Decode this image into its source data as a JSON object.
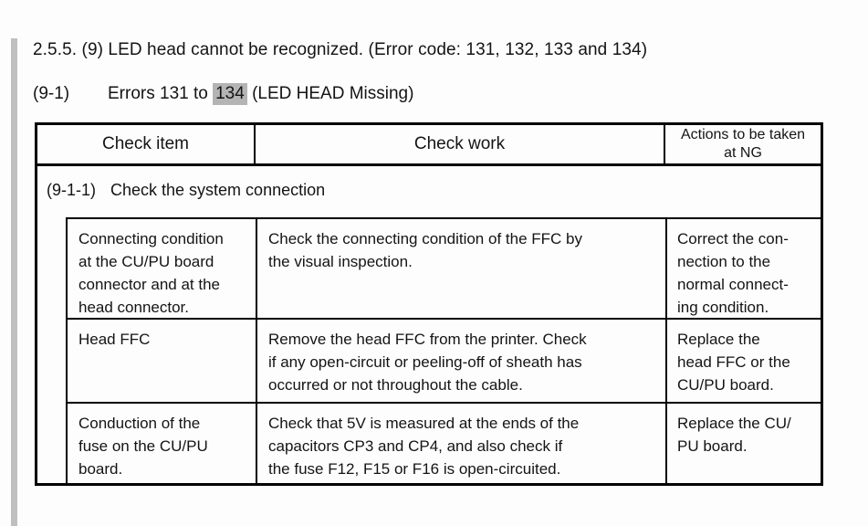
{
  "page": {
    "title": "2.5.5. (9) LED head cannot be recognized. (Error code: 131, 132, 133 and 134)",
    "subtitle": {
      "number": "(9-1)",
      "text_before_highlight": "Errors 131 to ",
      "highlighted": "134",
      "text_after_highlight": " (LED HEAD Missing)"
    }
  },
  "table": {
    "headers": {
      "check_item": "Check item",
      "check_work": "Check work",
      "actions": "Actions to be taken\nat NG"
    },
    "group": {
      "number": "(9-1-1)",
      "label": "Check the system connection"
    },
    "rows": [
      {
        "item": "Connecting condition\nat the CU/PU board\nconnector and at the\nhead connector.",
        "work": "Check the connecting condition of the FFC by\nthe visual inspection.",
        "action": "Correct the con-\nnection to the\nnormal connect-\ning condition."
      },
      {
        "item": "Head FFC",
        "work": "Remove the head FFC from the printer. Check\nif any open-circuit or peeling-off of sheath has\noccurred or not throughout the cable.",
        "action": "Replace the\nhead FFC or the\nCU/PU board."
      },
      {
        "item": "Conduction of the\nfuse on the CU/PU\nboard.",
        "work": "Check that 5V is measured at the ends of the\ncapacitors CP3 and CP4, and also check if\nthe fuse F12, F15 or F16 is open-circuited.",
        "action": "Replace the CU/\nPU board."
      }
    ]
  },
  "colors": {
    "highlight": "#b4b4b4",
    "left_bar": "#bfbfbf",
    "border": "#000000",
    "text": "#141414",
    "background": "#fdfdfd"
  }
}
